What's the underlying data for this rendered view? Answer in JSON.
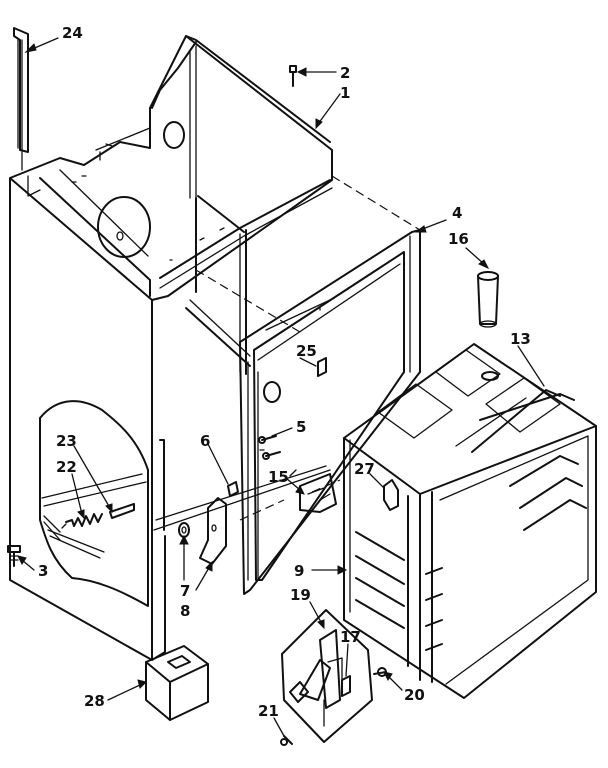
{
  "diagram": {
    "callouts": [
      {
        "id": "1",
        "label": "1"
      },
      {
        "id": "2",
        "label": "2"
      },
      {
        "id": "3",
        "label": "3"
      },
      {
        "id": "4",
        "label": "4"
      },
      {
        "id": "5",
        "label": "5"
      },
      {
        "id": "6",
        "label": "6"
      },
      {
        "id": "7",
        "label": "7"
      },
      {
        "id": "8",
        "label": "8"
      },
      {
        "id": "9",
        "label": "9"
      },
      {
        "id": "13",
        "label": "13"
      },
      {
        "id": "15",
        "label": "15"
      },
      {
        "id": "16",
        "label": "16"
      },
      {
        "id": "17",
        "label": "17"
      },
      {
        "id": "19",
        "label": "19"
      },
      {
        "id": "20",
        "label": "20"
      },
      {
        "id": "21",
        "label": "21"
      },
      {
        "id": "22",
        "label": "22"
      },
      {
        "id": "23",
        "label": "23"
      },
      {
        "id": "24",
        "label": "24"
      },
      {
        "id": "25",
        "label": "25"
      },
      {
        "id": "27",
        "label": "27"
      },
      {
        "id": "28",
        "label": "28"
      }
    ]
  }
}
